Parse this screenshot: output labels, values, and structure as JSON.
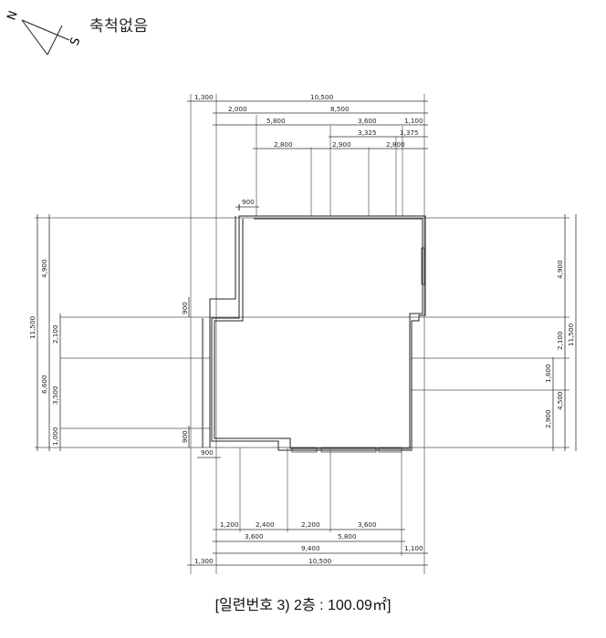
{
  "compass": {
    "north_label": "N",
    "south_label": "S",
    "icon": "north-arrow-icon"
  },
  "scale_note": "축척없음",
  "caption": "[일련번호 3) 2층 : 100.09㎡]",
  "dimensions": {
    "top": {
      "row1": [
        "1,300",
        "10,500"
      ],
      "row2": [
        "2,000",
        "8,500"
      ],
      "row3": [
        "5,800",
        "3,600",
        "1,100"
      ],
      "row4": [
        "3,325",
        "1,375"
      ],
      "row5": [
        "2,800",
        "2,900",
        "2,800"
      ],
      "notch": "900"
    },
    "bottom": {
      "row1": [
        "1,200",
        "2,400",
        "2,200",
        "3,600"
      ],
      "row2": [
        "3,600",
        "5,800"
      ],
      "row3": [
        "9,400",
        "1,100"
      ],
      "row4": [
        "1,300",
        "10,500"
      ],
      "notch": "900"
    },
    "left": {
      "outer": "11,500",
      "mid": [
        "4,900",
        "6,600"
      ],
      "inner": [
        "2,100",
        "3,500",
        "1,000"
      ],
      "notch_upper": "900",
      "notch_lower": "900"
    },
    "right": {
      "outer": "11,500",
      "mid": [
        "4,900",
        "2,100",
        "4,500"
      ],
      "inner": [
        "1,600",
        "2,900"
      ]
    }
  }
}
